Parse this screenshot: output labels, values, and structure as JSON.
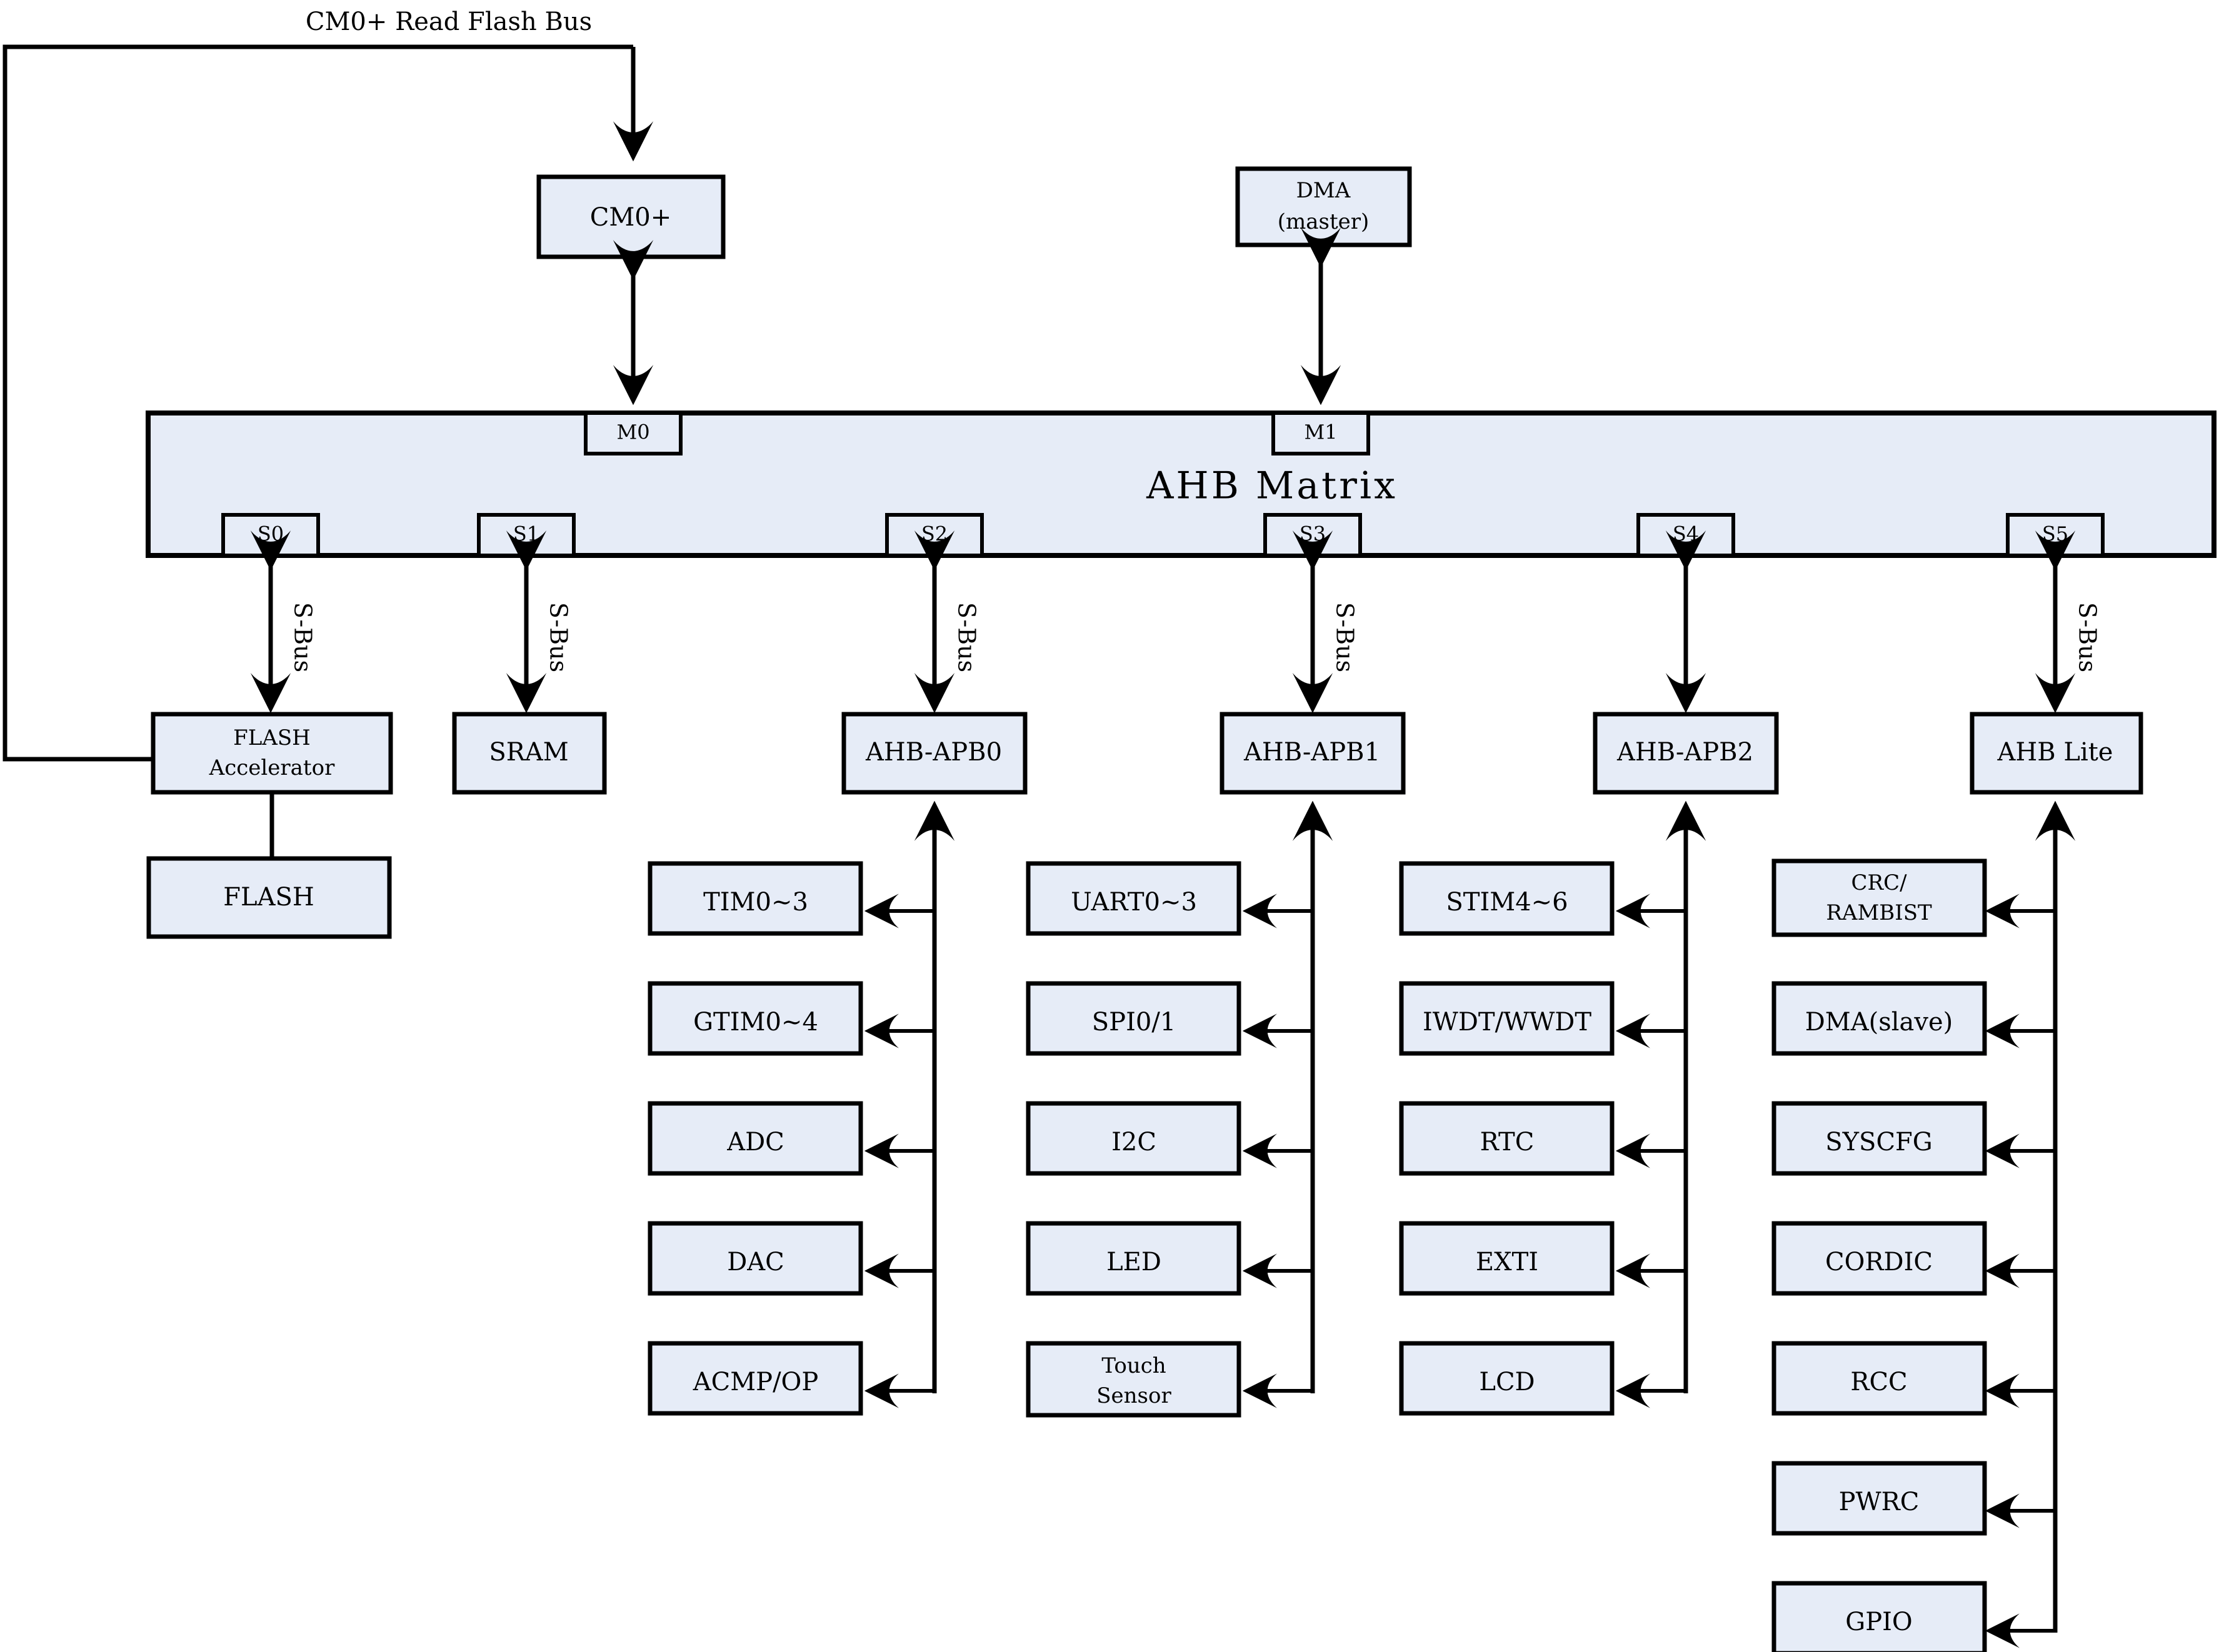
{
  "diagram": {
    "title_note": "CM0+ Read Flash Bus",
    "colors": {
      "block_fill": "#e6ecf7",
      "stroke": "#000000",
      "background": "#ffffff"
    },
    "masters": [
      {
        "name": "cpu",
        "label": "CM0+",
        "port": "M0"
      },
      {
        "name": "dma-master",
        "label": "DMA\n(master)",
        "line1": "DMA",
        "line2": "(master)",
        "port": "M1"
      }
    ],
    "matrix": {
      "label": "AHB Matrix",
      "master_ports": [
        "M0",
        "M1"
      ],
      "slave_ports": [
        "S0",
        "S1",
        "S2",
        "S3",
        "S4",
        "S5"
      ]
    },
    "bus_label": "S-Bus",
    "slaves": [
      {
        "port": "S0",
        "label": "FLASH\nAccelerator",
        "line1": "FLASH",
        "line2": "Accelerator",
        "sbus": "S-Bus",
        "child": "FLASH"
      },
      {
        "port": "S1",
        "label": "SRAM",
        "sbus": "S-Bus",
        "children": []
      },
      {
        "port": "S2",
        "label": "AHB-APB0",
        "sbus": "S-Bus",
        "children": [
          "TIM0~3",
          "GTIM0~4",
          "ADC",
          "DAC",
          "ACMP/OP"
        ]
      },
      {
        "port": "S3",
        "label": "AHB-APB1",
        "sbus": "S-Bus",
        "children": [
          "UART0~3",
          "SPI0/1",
          "I2C",
          "LED",
          "Touch Sensor"
        ]
      },
      {
        "port": "S4",
        "label": "AHB-APB2",
        "sbus": "",
        "children": [
          "STIM4~6",
          "IWDT/WWDT",
          "RTC",
          "EXTI",
          "LCD"
        ]
      },
      {
        "port": "S5",
        "label": "AHB Lite",
        "sbus": "S-Bus",
        "children": [
          "CRC/ RAMBIST",
          "DMA(slave)",
          "SYSCFG",
          "CORDIC",
          "RCC",
          "PWRC",
          "GPIO"
        ]
      }
    ],
    "flash_block": "FLASH",
    "peripherals": {
      "col0": [
        {
          "label": "TIM0~3",
          "base": "TIM0",
          "sup": "~",
          "tail": "3"
        },
        {
          "label": "GTIM0~4",
          "base": "GTIM0",
          "sup": "~",
          "tail": "4"
        },
        {
          "label": "ADC"
        },
        {
          "label": "DAC"
        },
        {
          "label": "ACMP/OP"
        }
      ],
      "col1": [
        {
          "label": "UART0~3",
          "base": "UART0",
          "sup": "~",
          "tail": "3"
        },
        {
          "label": "SPI0/1"
        },
        {
          "label": "I2C"
        },
        {
          "label": "LED"
        },
        {
          "label": "Touch Sensor",
          "line1": "Touch",
          "line2": "Sensor"
        }
      ],
      "col2": [
        {
          "label": "STIM4~6",
          "base": "STIM4",
          "sup": "~",
          "tail": "6"
        },
        {
          "label": "IWDT/WWDT"
        },
        {
          "label": "RTC"
        },
        {
          "label": "EXTI"
        },
        {
          "label": "LCD"
        }
      ],
      "col3": [
        {
          "label": "CRC/RAMBIST",
          "line1": "CRC/",
          "line2": "RAMBIST"
        },
        {
          "label": "DMA(slave)"
        },
        {
          "label": "SYSCFG"
        },
        {
          "label": "CORDIC"
        },
        {
          "label": "RCC"
        },
        {
          "label": "PWRC"
        },
        {
          "label": "GPIO"
        }
      ]
    }
  }
}
